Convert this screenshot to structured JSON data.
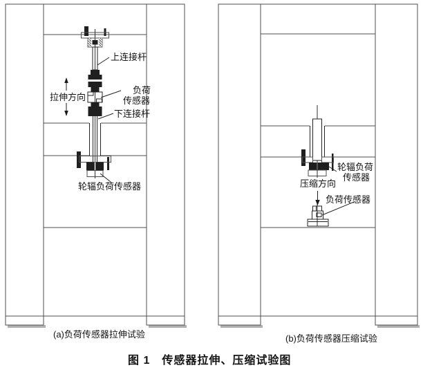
{
  "figure": {
    "title": "图 1　传感器拉伸、压缩试验图"
  },
  "panel_a": {
    "caption": "(a)负荷传感器拉伸试验",
    "labels": {
      "upper_rod": "上连接杆",
      "load_sensor_line1": "负荷",
      "load_sensor_line2": "传感器",
      "direction": "拉伸方向",
      "lower_rod": "下连接杆",
      "spoke_sensor": "轮辐负荷传感器"
    }
  },
  "panel_b": {
    "caption": "(b)负荷传感器压缩试验",
    "labels": {
      "spoke_sensor_line1": "轮辐负荷",
      "spoke_sensor_line2": "传感器",
      "direction": "压缩方向",
      "load_sensor": "负荷传感器"
    }
  }
}
